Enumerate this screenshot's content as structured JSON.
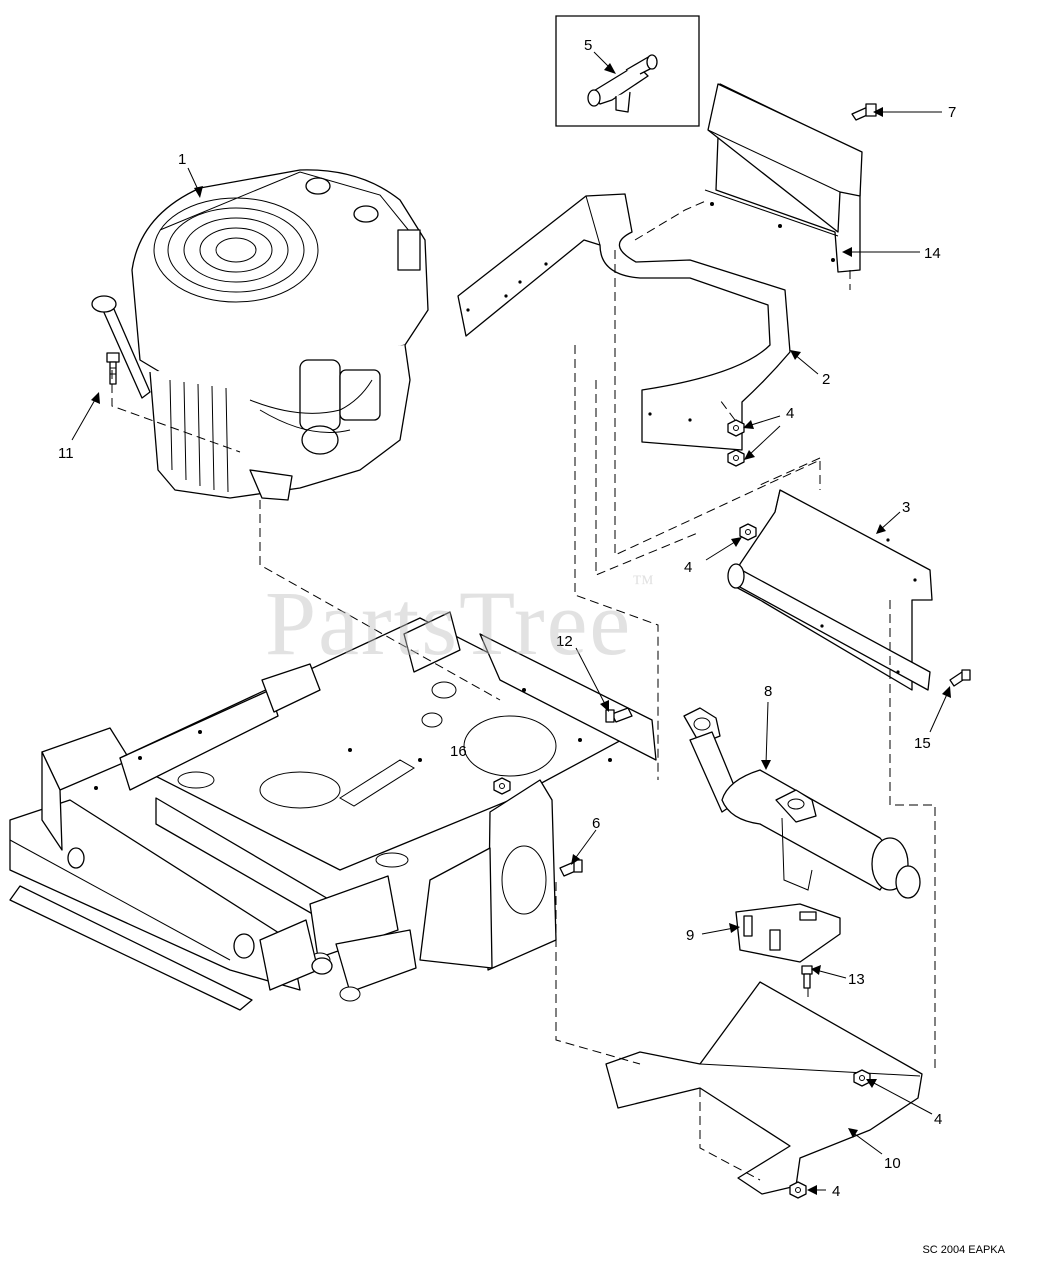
{
  "watermark": {
    "text": "PartsTree",
    "mark": "™"
  },
  "footer_code": "SC 2004 EAPKA",
  "callouts": [
    {
      "id": "c1",
      "label": "1"
    },
    {
      "id": "c2",
      "label": "2"
    },
    {
      "id": "c3",
      "label": "3"
    },
    {
      "id": "c4a",
      "label": "4"
    },
    {
      "id": "c4b",
      "label": "4"
    },
    {
      "id": "c4c",
      "label": "4"
    },
    {
      "id": "c4d",
      "label": "4"
    },
    {
      "id": "c5",
      "label": "5"
    },
    {
      "id": "c6",
      "label": "6"
    },
    {
      "id": "c7",
      "label": "7"
    },
    {
      "id": "c8",
      "label": "8"
    },
    {
      "id": "c9",
      "label": "9"
    },
    {
      "id": "c10",
      "label": "10"
    },
    {
      "id": "c11",
      "label": "11"
    },
    {
      "id": "c12",
      "label": "12"
    },
    {
      "id": "c13",
      "label": "13"
    },
    {
      "id": "c14",
      "label": "14"
    },
    {
      "id": "c15",
      "label": "15"
    },
    {
      "id": "c16",
      "label": "16"
    }
  ]
}
